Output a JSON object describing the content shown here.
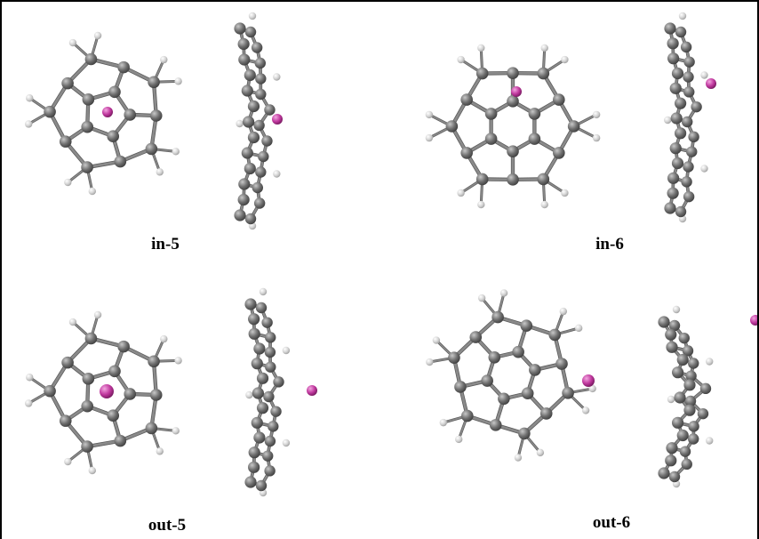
{
  "panels": [
    {
      "label": "in-5"
    },
    {
      "label": "in-6"
    },
    {
      "label": "out-5"
    },
    {
      "label": "out-6"
    }
  ],
  "colors": {
    "carbon": "#6e6e6e",
    "hydrogen": "#d4d4d4",
    "metal": "#c0389e",
    "bond": "#8a8a8a"
  }
}
